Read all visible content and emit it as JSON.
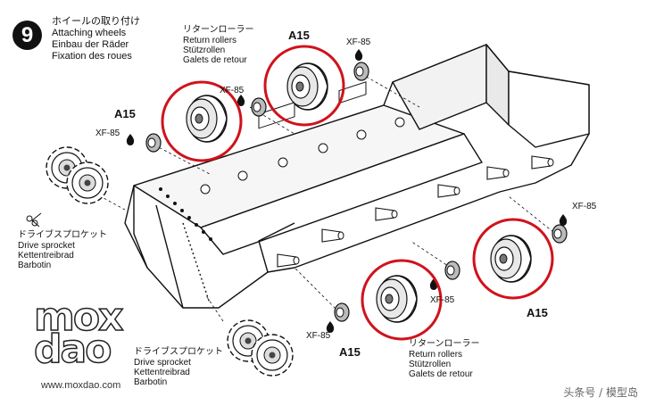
{
  "step": {
    "number": "9"
  },
  "title": {
    "ja": "ホイールの取り付け",
    "en": "Attaching wheels",
    "de": "Einbau der Räder",
    "fr": "Fixation des roues"
  },
  "labels": {
    "return_rollers_top": [
      "リターンローラー",
      "Return rollers",
      "Stützrollen",
      "Galets de retour"
    ],
    "return_rollers_bottom": [
      "リターンローラー",
      "Return rollers",
      "Stützrollen",
      "Galets de retour"
    ],
    "drive_sprocket_left": [
      "ドライブスプロケット",
      "Drive sprocket",
      "Kettentreibrad",
      "Barbotin"
    ],
    "drive_sprocket_bottom": [
      "ドライブスプロケット",
      "Drive sprocket",
      "Kettentreibrad",
      "Barbotin"
    ],
    "part_a15": "A15",
    "paint_xf85": "XF-85"
  },
  "watermark": {
    "line1": "mox",
    "line2": "dao",
    "url": "www.moxdao.com"
  },
  "credit": "头条号 / 模型岛",
  "colors": {
    "ink": "#111111",
    "highlight": "#d0121b",
    "paper": "#ffffff"
  },
  "icons": [
    "paint-drop-icon",
    "scissors-icon"
  ]
}
